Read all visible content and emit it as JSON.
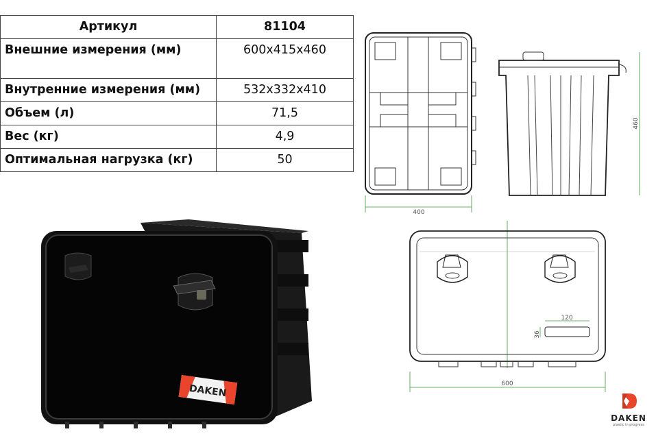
{
  "spec_table": {
    "header": {
      "label": "Артикул",
      "value": "81104"
    },
    "rows": [
      {
        "label": "Внешние измерения (мм)",
        "value": "600x415x460"
      },
      {
        "label": "Внутренние измерения (мм)",
        "value": "532x332x410"
      },
      {
        "label": "Объем (л)",
        "value": "71,5"
      },
      {
        "label": "Вес (кг)",
        "value": "4,9"
      },
      {
        "label": "Оптимальная нагрузка (кг)",
        "value": "50"
      }
    ]
  },
  "drawings": {
    "top_view_width": "400",
    "side_view_height": "460",
    "front_view_width": "600",
    "label_plate_width": "120",
    "label_plate_height": "36"
  },
  "product_photo": {
    "badge_text": "DAKEN"
  },
  "brand": {
    "name": "DAKEN",
    "tagline": "plastic in progress",
    "accent_color": "#e8452c"
  }
}
